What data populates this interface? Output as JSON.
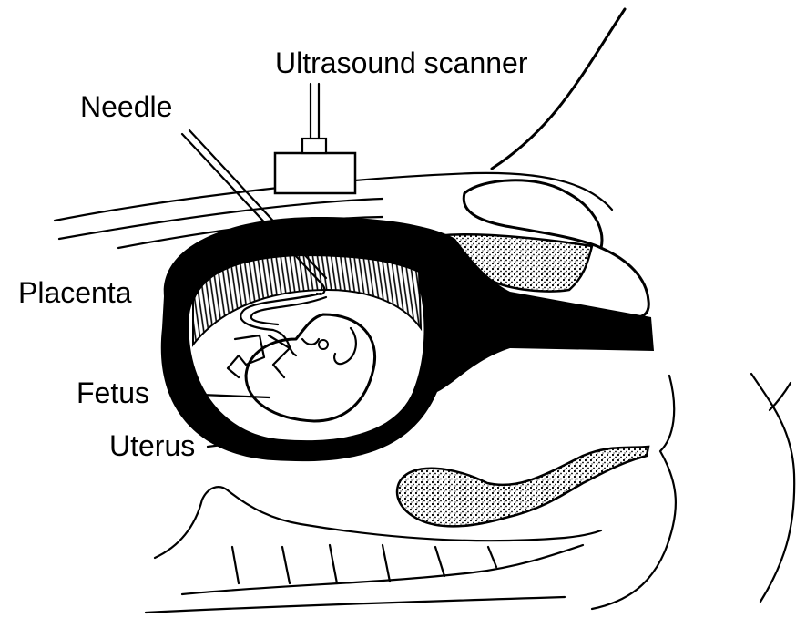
{
  "diagram": {
    "labels": {
      "scanner": "Ultrasound scanner",
      "needle": "Needle",
      "placenta": "Placenta",
      "fetus": "Fetus",
      "uterus": "Uterus"
    },
    "colors": {
      "ink": "#000000",
      "paper": "#ffffff"
    }
  }
}
